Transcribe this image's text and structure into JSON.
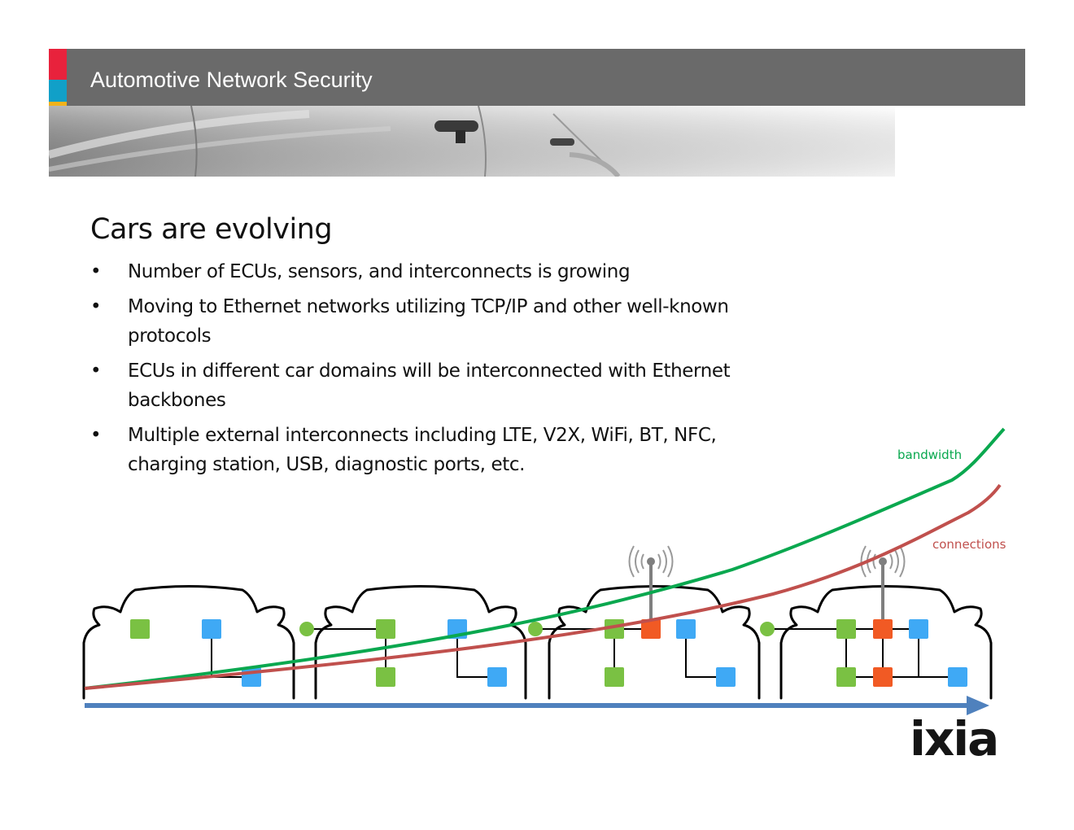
{
  "header": {
    "title": "Automotive Network Security"
  },
  "slide": {
    "title": "Cars are evolving",
    "bullets": [
      "Number of ECUs, sensors, and interconnects is growing",
      "Moving to Ethernet networks utilizing TCP/IP and other well-known protocols",
      "ECUs in different car domains will be interconnected with Ethernet backbones",
      "Multiple external interconnects including LTE, V2X, WiFi, BT, NFC, charging station, USB, diagnostic ports, etc."
    ],
    "bullet_symbol": "•"
  },
  "diagram": {
    "labels": {
      "bandwidth": "bandwidth",
      "connections": "connections"
    },
    "colors": {
      "bandwidth": "#0aa84f",
      "connections": "#c0504d",
      "ecu_green": "#7ac143",
      "ecu_blue": "#3fa9f5",
      "ecu_orange": "#f15a24",
      "timeline": "#4f81bd",
      "antenna": "#808080"
    }
  },
  "logo": {
    "text": "ixia"
  }
}
